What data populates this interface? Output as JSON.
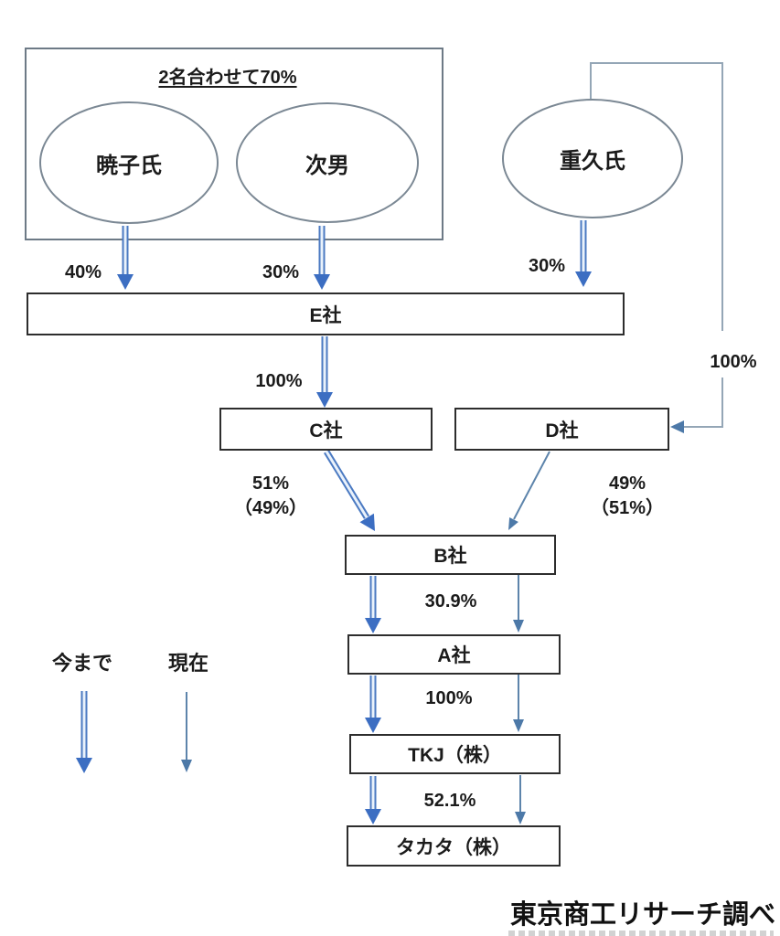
{
  "group": {
    "title": "2名合わせて70%"
  },
  "nodes": {
    "akiko": "暁子氏",
    "jinan": "次男",
    "shigehisa": "重久氏",
    "e": "E社",
    "c": "C社",
    "d": "D社",
    "b": "B社",
    "a": "A社",
    "tkj": "TKJ（株）",
    "takata": "タカタ（株）"
  },
  "ownership": {
    "akiko_to_e": "40%",
    "jinan_to_e": "30%",
    "shigehisa_to_e": "30%",
    "e_to_c": "100%",
    "shigehisa_to_d": "100%",
    "c_to_b_line1": "51%",
    "c_to_b_line2": "（49%）",
    "d_to_b_line1": "49%",
    "d_to_b_line2": "（51%）",
    "b_to_a": "30.9%",
    "a_to_tkj": "100%",
    "tkj_to_takata": "52.1%"
  },
  "legend": {
    "thick_arrow": "今まで",
    "thin_arrow": "現在"
  },
  "credit": "東京商工リサーチ調べ",
  "colors": {
    "thick_arrow_blue": "#3c6ec2",
    "thin_arrow_blue": "#5d84ab",
    "connector_gray": "#94a6b6",
    "box_border": "#2d2d2d",
    "ellipse_border": "#7b8894"
  }
}
